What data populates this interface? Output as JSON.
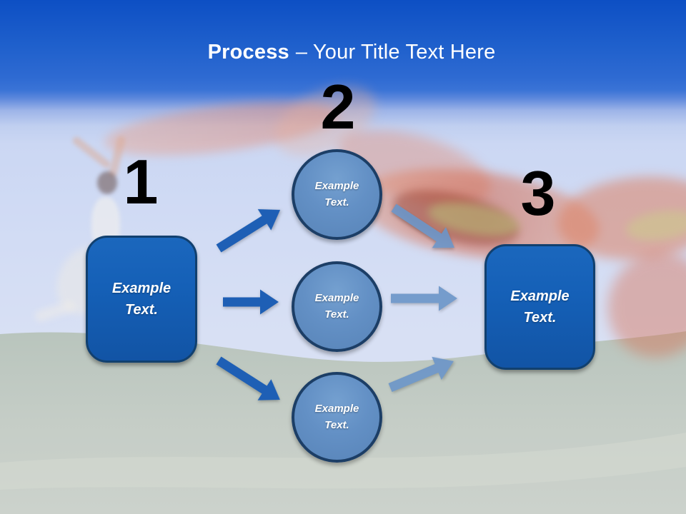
{
  "slide": {
    "title": {
      "emphasis": "Process",
      "rest": "– Your Title Text Here"
    },
    "process": {
      "step1": {
        "number": "1",
        "box_label": "Example Text."
      },
      "step2": {
        "number": "2",
        "circle_labels": [
          "Example Text.",
          "Example Text.",
          "Example Text."
        ]
      },
      "step3": {
        "number": "3",
        "box_label": "Example Text."
      }
    },
    "background": {
      "description": "faded photo: woman jumping on grass holding a flowing red scarf"
    },
    "colors": {
      "header_blue_top": "#0d4fc4",
      "header_blue_mid": "#2e6ad2",
      "sky": "#d2dcf4",
      "grass": "#c2cbc3",
      "box_fill": "#1560b7",
      "box_border": "#11406f",
      "circle_fill": "#6390c5",
      "circle_border": "#1c3e66",
      "arrow_primary": "#1e5fb5",
      "arrow_secondary": "#6b95c8",
      "number_color": "#000000",
      "title_color": "#ffffff"
    }
  }
}
